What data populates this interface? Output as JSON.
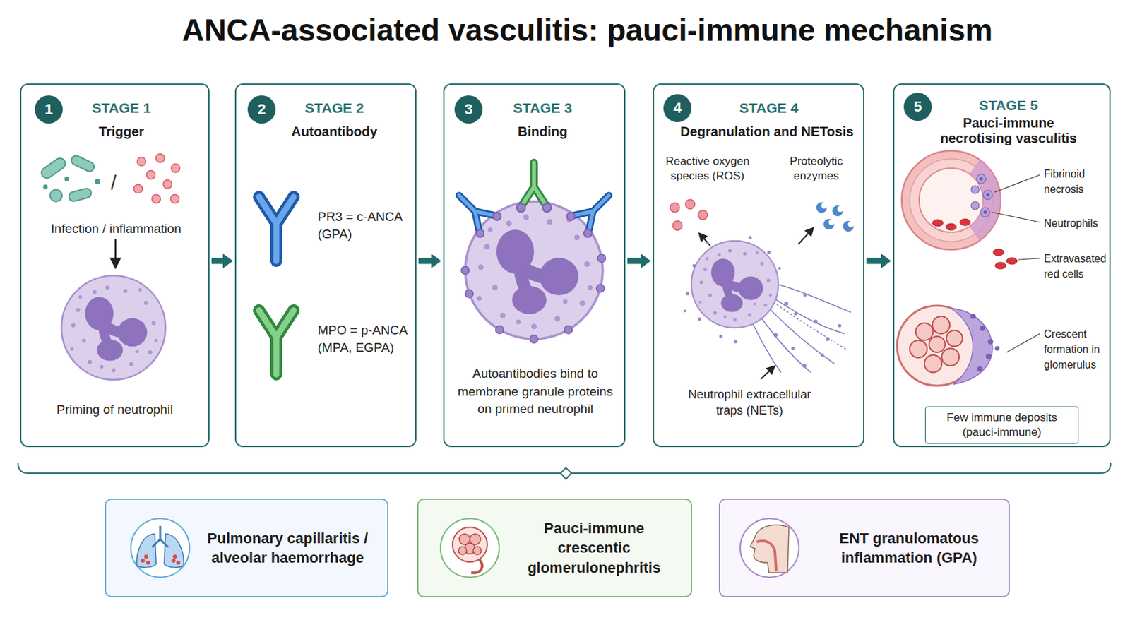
{
  "diagram": {
    "title": "ANCA-associated vasculitis: pauci-immune mechanism",
    "nodes": [
      {
        "text": [
          "STAGE 1",
          "Trigger",
          "Infection / inflammation",
          "Priming of neutrophil"
        ]
      },
      {
        "text": [
          "1"
        ],
        "in": 0
      },
      {
        "text": [
          "STAGE 2",
          "Autoantibody",
          "PR3 = c-ANCA (GPA)",
          "MPO = p-ANCA (MPA, EGPA)"
        ]
      },
      {
        "text": [
          "2"
        ],
        "in": 2
      },
      {
        "text": [
          "STAGE 3",
          "Binding",
          "Autoantibodies bind to membrane granule proteins on primed neutrophil"
        ]
      },
      {
        "text": [
          "3"
        ],
        "in": 4
      },
      {
        "text": [
          "STAGE 4",
          "Degranulation and NETosis",
          "Reactive oxygen species (ROS)",
          "Proteolytic enzymes",
          "Neutrophil extracellular traps (NETs)"
        ]
      },
      {
        "text": [
          "4"
        ],
        "in": 6
      },
      {
        "text": [
          "STAGE 5",
          "Pauci-immune necrotising vasculitis",
          "Fibrinoid necrosis",
          "Neutrophils",
          "Extravasated red cells",
          "Crescent formation in glomerulus"
        ]
      },
      {
        "text": [
          "5"
        ],
        "in": 8
      },
      {
        "text": [
          "Few immune deposits (pauci-immune)"
        ],
        "in": 8
      },
      {
        "text": [
          "Pulmonary capillaritis / alveolar haemorrhage"
        ]
      },
      {
        "text": [
          "Pauci-immune crescentic glomerulonephritis"
        ]
      },
      {
        "text": [
          "ENT granulomatous inflammation (GPA)"
        ]
      }
    ],
    "edges": [
      {
        "from": 0,
        "to": 2,
        "arrow": "to"
      },
      {
        "from": 2,
        "to": 4,
        "arrow": "to"
      },
      {
        "from": 4,
        "to": 6,
        "arrow": "to"
      },
      {
        "from": 6,
        "to": 8,
        "arrow": "to"
      }
    ],
    "labels": [
      "/"
    ]
  }
}
